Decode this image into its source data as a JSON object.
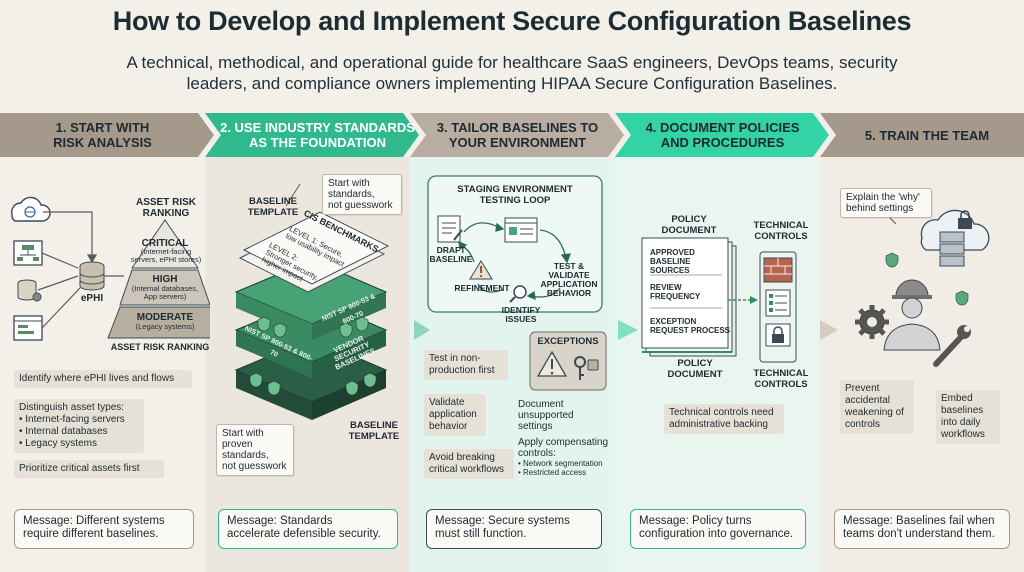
{
  "header": {
    "title": "How to Develop and Implement Secure Configuration Baselines",
    "subtitle_line1": "A technical, methodical, and operational guide for healthcare SaaS engineers, DevOps teams, security",
    "subtitle_line2": "leaders, and compliance owners implementing HIPAA Secure Configuration Baselines."
  },
  "colors": {
    "brown_banner": "#a4998a",
    "green_banner": "#2fb98d",
    "light_green_banner": "#33d3a6",
    "panel_tan": "#f3f0ea",
    "panel_mint": "#e3f4ee",
    "accent_green": "#2f8f5f",
    "dark_green": "#2e6a4f"
  },
  "steps": [
    {
      "label_line1": "1. START WITH",
      "label_line2": "RISK ANALYSIS"
    },
    {
      "label_line1": "2. USE INDUSTRY STANDARDS",
      "label_line2": "AS THE FOUNDATION"
    },
    {
      "label_line1": "3. TAILOR BASELINES TO",
      "label_line2": "YOUR ENVIRONMENT"
    },
    {
      "label_line1": "4. DOCUMENT POLICIES",
      "label_line2": "AND PROCEDURES"
    },
    {
      "label_line1": "5. TRAIN THE TEAM",
      "label_line2": ""
    }
  ],
  "col1": {
    "asset_risk_title": "ASSET RISK\nRANKING",
    "critical_label": "CRITICAL",
    "critical_desc": "(Internet-facing\nservers, ePHI stores)",
    "high_label": "HIGH",
    "high_desc": "(Internal databases,\nApp servers)",
    "moderate_label": "MODERATE",
    "moderate_desc": "(Legacy systems)",
    "pyramid_caption": "ASSET RISK RANKING",
    "ephi_label": "ePHI",
    "chip_identify": "Identify where ePHI lives and flows",
    "chip_distinguish_title": "Distinguish asset types:",
    "chip_distinguish_items": [
      "Internet-facing servers",
      "Internal databases",
      "Legacy systems"
    ],
    "chip_prioritize": "Prioritize critical assets first",
    "message": "Message: Different systems\nrequire different baselines."
  },
  "col2": {
    "baseline_template_top": "BASELINE\nTEMPLATE",
    "note_top": "Start with\nstandards,\nnot guesswork",
    "cis_title": "CIS BENCHMARKS",
    "cis_level1": "LEVEL 1: Secure,\nlow usability impact",
    "cis_level2": "LEVEL 2:\nStronger security,\nhigher impact",
    "nist1": "NIST SP 800-53 & 800-70",
    "nist2": "NIST SP 800-53 & 800-70",
    "vendor": "VENDOR SECURITY\nBASELINES",
    "note_bottom": "Start with\nproven\nstandards,\nnot guesswork",
    "baseline_template_bottom": "BASELINE\nTEMPLATE",
    "message": "Message: Standards\naccelerate defensible security."
  },
  "col3": {
    "loop_title": "STAGING ENVIRONMENT\nTESTING LOOP",
    "draft_baseline": "DRAFT\nBASELINE",
    "refinement": "REFINEMENT",
    "test_validate": "TEST &\nVALIDATE\nAPPLICATION\nBEHAVIOR",
    "identify_issues": "IDENTIFY\nISSUES",
    "exceptions": "EXCEPTIONS",
    "chip_test": "Test in non-\nproduction first",
    "chip_validate": "Validate\napplication\nbehavior",
    "chip_avoid": "Avoid breaking\ncritical workflows",
    "doc_unsupported": "Document\nunsupported\nsettings",
    "compensating_title": "Apply compensating\ncontrols:",
    "compensating_items": [
      "Network segmentation",
      "Restricted access"
    ],
    "message": "Message: Secure systems\nmust still function."
  },
  "col4": {
    "policy_doc_top": "POLICY\nDOCUMENT",
    "approved": "APPROVED\nBASELINE SOURCES",
    "review": "REVIEW\nFREQUENCY",
    "exception": "EXCEPTION\nREQUEST PROCESS",
    "policy_doc_bottom": "POLICY\nDOCUMENT",
    "technical_top": "TECHNICAL\nCONTROLS",
    "technical_bottom": "TECHNICAL\nCONTROLS",
    "chip_backing": "Technical controls need\nadministrative backing",
    "message": "Message: Policy turns\nconfiguration into governance."
  },
  "col5": {
    "note_why": "Explain the 'why'\nbehind settings",
    "chip_prevent": "Prevent\naccidental\nweakening of\ncontrols",
    "chip_embed": "Embed\nbaselines\ninto daily\nworkflows",
    "message": "Message: Baselines fail when\nteams don't understand them."
  }
}
